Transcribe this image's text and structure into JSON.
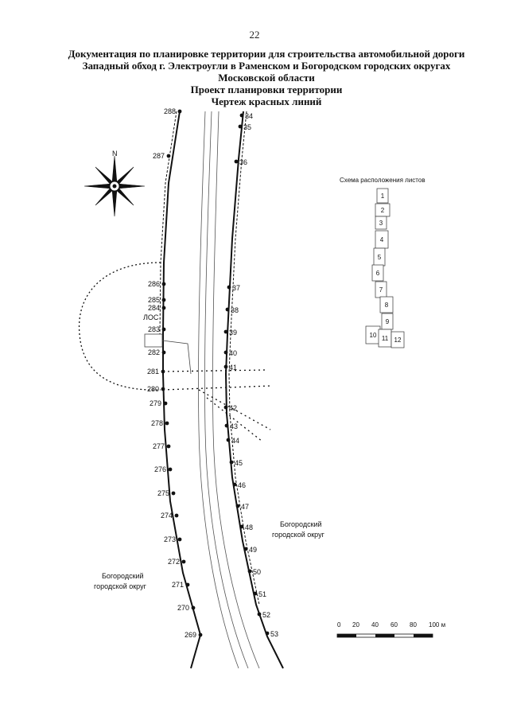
{
  "page_number": "22",
  "header": {
    "line1": "Документация по планировке территории для строительства автомобильной дороги",
    "line2": "Западный обход г. Электроугли в Раменском и Богородском городских округах",
    "line3": "Московской области",
    "line4": "Проект планировки территории",
    "line5": "Чертеж красных линий"
  },
  "compass": {
    "north_label": "N"
  },
  "left_points": [
    "288",
    "287",
    "286",
    "285",
    "284",
    "283",
    "282",
    "281",
    "280",
    "279",
    "278",
    "277",
    "276",
    "275",
    "274",
    "273",
    "272",
    "271",
    "270",
    "269"
  ],
  "right_points": [
    "34",
    "35",
    "36",
    "37",
    "38",
    "39",
    "40",
    "41",
    "42",
    "43",
    "44",
    "45",
    "46",
    "47",
    "48",
    "49",
    "50",
    "51",
    "52",
    "53"
  ],
  "los_label": "ЛОС",
  "regions": {
    "right_line1": "Богородский",
    "right_line2": "городской округ",
    "left_line1": "Богородский",
    "left_line2": "городской округ"
  },
  "sheet_scheme": {
    "title": "Схема расположения листов",
    "sheets": [
      "1",
      "2",
      "3",
      "4",
      "5",
      "6",
      "7",
      "8",
      "9",
      "10",
      "11",
      "12"
    ]
  },
  "scale_bar": {
    "ticks": [
      "0",
      "20",
      "40",
      "60",
      "80",
      "100 м"
    ]
  },
  "colors": {
    "ink": "#111111",
    "paper": "#ffffff"
  }
}
